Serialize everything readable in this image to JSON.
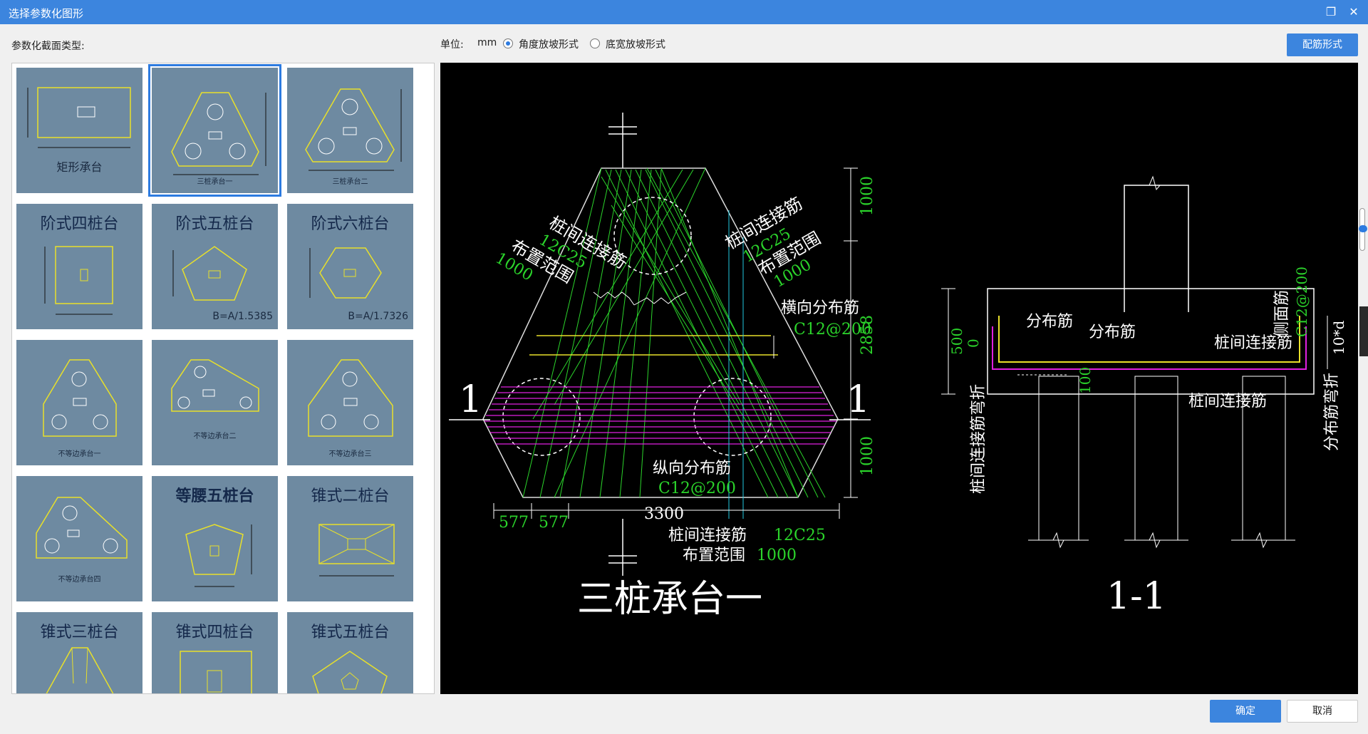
{
  "window": {
    "title": "选择参数化图形"
  },
  "left": {
    "label": "参数化截面类型:"
  },
  "toolbar": {
    "unit_label": "单位:",
    "unit_value": "mm",
    "radio_angle": "角度放坡形式",
    "radio_bottom": "底宽放坡形式",
    "selected_radio": "角度放坡形式",
    "rebar_button": "配筋形式"
  },
  "shapes": [
    {
      "name": "矩形承台",
      "style": "small"
    },
    {
      "name": "三桩承台一",
      "style": "small",
      "selected": true
    },
    {
      "name": "三桩承台二",
      "style": "small"
    },
    {
      "name": "阶式四桩台",
      "style": "big",
      "formula": ""
    },
    {
      "name": "阶式五桩台",
      "style": "big",
      "formula": "B=A/1.5385"
    },
    {
      "name": "阶式六桩台",
      "style": "big",
      "formula": "B=A/1.7326"
    },
    {
      "name": "不等边承台一",
      "style": "small"
    },
    {
      "name": "不等边承台二",
      "style": "small"
    },
    {
      "name": "不等边承台三",
      "style": "small"
    },
    {
      "name": "不等边承台四",
      "style": "small"
    },
    {
      "name": "等腰五桩台",
      "style": "big"
    },
    {
      "name": "锥式二桩台",
      "style": "big"
    },
    {
      "name": "锥式三桩台",
      "style": "big"
    },
    {
      "name": "锥式四桩台",
      "style": "big"
    },
    {
      "name": "锥式五桩台",
      "style": "big"
    }
  ],
  "drawing": {
    "title_plan": "三桩承台一",
    "title_section": "1-1",
    "section_mark": "1",
    "labels": {
      "link_rebar": "桩间连接筋",
      "link_spec": "12C25",
      "range": "布置范围",
      "range_value": "1000",
      "transverse": "横向分布筋",
      "transverse_spec": "C12@200",
      "longitudinal": "纵向分布筋",
      "longitudinal_spec": "C12@200",
      "bottom_link": "桩间连接筋",
      "bottom_link_spec": "12C25",
      "bottom_range": "布置范围",
      "bottom_range_value": "1000",
      "distribution": "分布筋",
      "side_rebar": "侧面筋",
      "side_spec": "C12@200",
      "link_hook": "桩间连接筋弯折",
      "dist_hook": "分布筋弯折",
      "hook_len": "10*d"
    },
    "dims": {
      "d1000a": "1000",
      "d2858": "2858",
      "d1000b": "1000",
      "d577a": "577",
      "d577b": "577",
      "d3300": "3300",
      "h500": "500",
      "h0": "0",
      "h100": "100"
    }
  },
  "footer": {
    "ok": "确定",
    "cancel": "取消"
  }
}
